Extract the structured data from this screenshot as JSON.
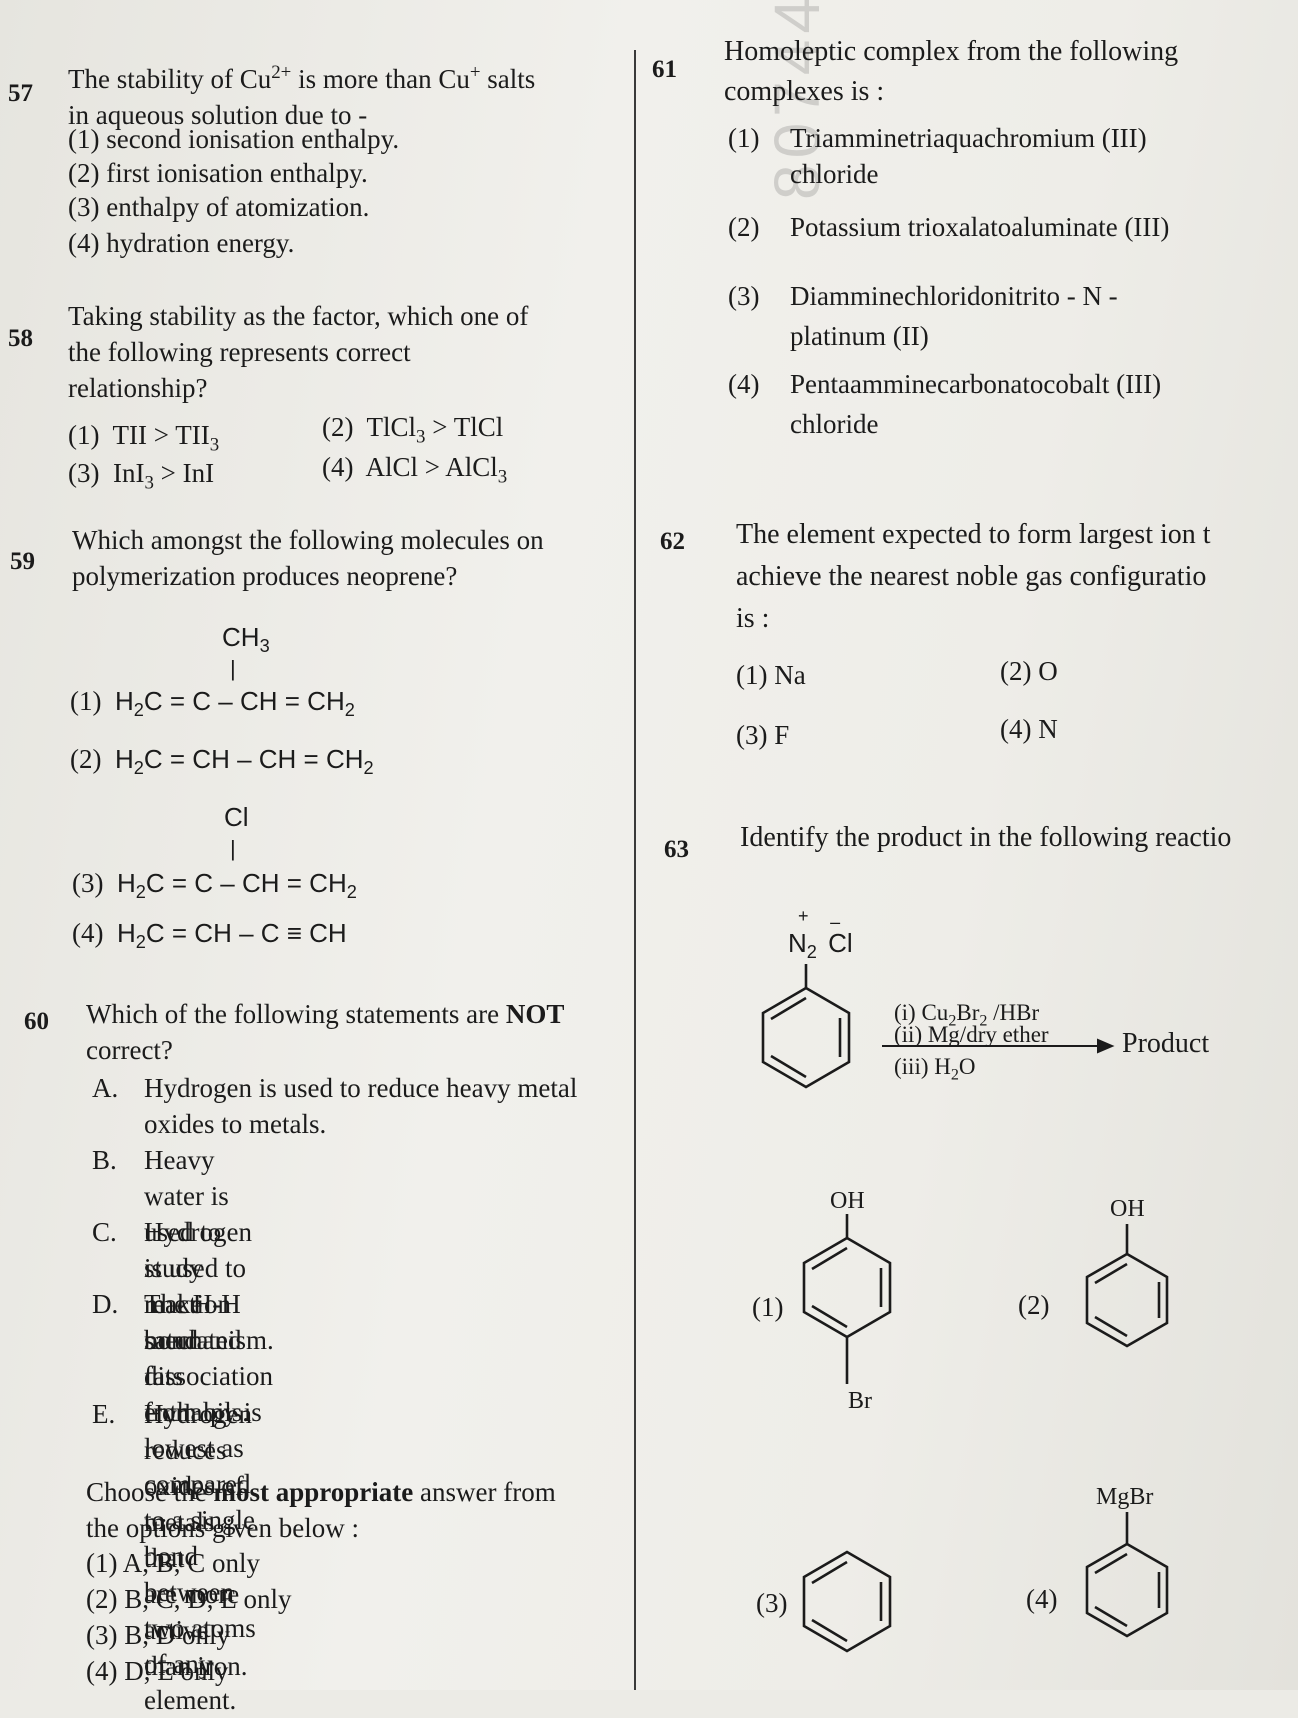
{
  "q57": {
    "number": "57",
    "text_line1": "The stability of Cu",
    "sup1": "2+",
    "text_mid": " is more than Cu",
    "sup2": "+",
    "text_end": " salts",
    "text_line2": "in aqueous solution due to -",
    "options": [
      "(1)  second ionisation enthalpy.",
      "(2)  first ionisation enthalpy.",
      "(3)  enthalpy of atomization.",
      "(4)  hydration energy."
    ]
  },
  "q58": {
    "number": "58",
    "lines": [
      "Taking stability as the factor, which one of",
      "the   following   represents   correct",
      "relationship?"
    ],
    "opt1_label": "(1)",
    "opt2_label": "(2)",
    "opt3_label": "(3)",
    "opt4_label": "(4)"
  },
  "q59": {
    "number": "59",
    "lines": [
      "Which amongst the following molecules on",
      "polymerization produces neoprene?"
    ],
    "opt1_label": "(1)",
    "opt2_label": "(2)",
    "opt3_label": "(3)",
    "opt4_label": "(4)",
    "sub_ch3": "CH",
    "sub_cl": "Cl"
  },
  "q60": {
    "number": "60",
    "line1": "Which of the following statements are ",
    "line1_bold": "NOT",
    "line2": "correct?",
    "statements": [
      {
        "letter": "A.",
        "lines": [
          "Hydrogen is used to reduce heavy metal",
          "oxides to metals."
        ]
      },
      {
        "letter": "B.",
        "lines": [
          "Heavy water is used to study reaction",
          "mechanism."
        ]
      },
      {
        "letter": "C.",
        "lines": [
          "Hydrogen is used to make saturated fats",
          "from oils."
        ]
      },
      {
        "letter": "D.",
        "lines": [
          "The H-H bond dissociation enthalpy is",
          "lowest as compared to a single bond",
          "between two atoms of any element."
        ]
      },
      {
        "letter": "E.",
        "lines": [
          "Hydrogen reduces oxides of metals that",
          "are more active than iron."
        ]
      }
    ],
    "choose_pre": "Choose the ",
    "choose_bold": "most appropriate",
    "choose_post": " answer from",
    "choose_line2": "the options given below :",
    "options": [
      "(1)  A, B, C only",
      "(2)  B, C, D, E only",
      "(3)  B, D only",
      "(4)  D, E only"
    ]
  },
  "q61": {
    "number": "61",
    "lines": [
      "Homoleptic complex from the following",
      "complexes is :"
    ],
    "options": [
      {
        "label": "(1)",
        "lines": [
          "Triamminetriaquachromium (III)",
          "chloride"
        ]
      },
      {
        "label": "(2)",
        "lines": [
          "Potassium trioxalatoaluminate (III)"
        ]
      },
      {
        "label": "(3)",
        "lines": [
          "Diamminechloridonitrito - N -",
          "platinum (II)"
        ]
      },
      {
        "label": "(4)",
        "lines": [
          "Pentaamminecarbonatocobalt (III)",
          "chloride"
        ]
      }
    ]
  },
  "q62": {
    "number": "62",
    "lines": [
      "The element expected to form largest ion t",
      "achieve the nearest noble gas configuratio",
      "is :"
    ],
    "options": [
      "(1)  Na",
      "(2)  O",
      "(3)  F",
      "(4)  N"
    ]
  },
  "q63": {
    "number": "63",
    "line": "Identify the product in the following reactio",
    "reagent1": "(i) Cu",
    "reagent2": "(ii) Mg/dry ether",
    "reagent3": "(iii) H",
    "product": "Product",
    "diazo": "N",
    "cl": "Cl",
    "oh": "OH",
    "br": "Br",
    "mgbr": "MgBr",
    "opt_labels": [
      "(1)",
      "(2)",
      "(3)",
      "(4)"
    ]
  },
  "watermark": "8074467 4 807446 7 8074467"
}
